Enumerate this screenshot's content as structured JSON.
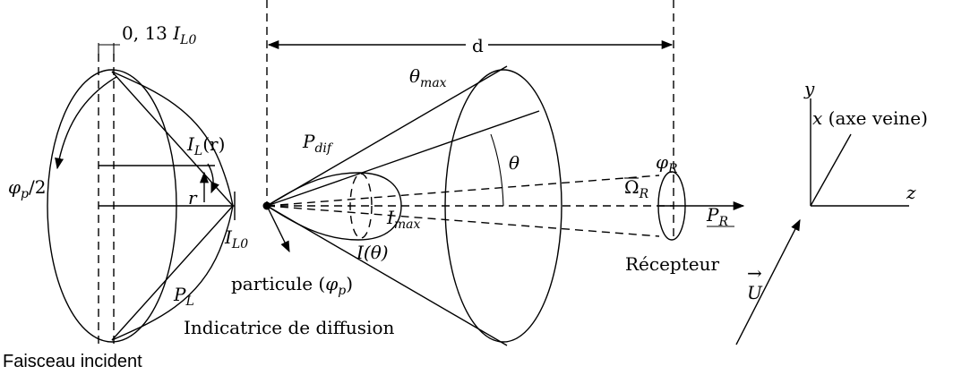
{
  "labels": {
    "intensity_013": "0, 13",
    "intensity_013_sym": "I",
    "intensity_013_sub": "L0",
    "d": "d",
    "theta_max": "θ",
    "theta_max_sub": "max",
    "p_dif": "P",
    "p_dif_sub": "dif",
    "i_l_r": "I",
    "i_l_r_sub": "L",
    "i_l_r_arg": "(r)",
    "phi_p_half": "φ",
    "phi_p_half_sub": "p",
    "phi_p_half_tail": "/2",
    "r": "r",
    "i_l0": "I",
    "i_l0_sub": "L0",
    "theta": "θ",
    "i_max": "I",
    "i_max_sub": "max",
    "i_theta": "I(θ)",
    "particle": "particule (",
    "particle_phi": "φ",
    "particle_phi_sub": "p",
    "particle_close": ")",
    "p_l": "P",
    "p_l_sub": "L",
    "indicatrix": "Indicatrice de diffusion",
    "incident_beam": "Faisceau incident",
    "phi_r": "φ",
    "phi_r_sub": "R",
    "omega_r": "Ω",
    "omega_r_sub": "R",
    "p_r": "P",
    "p_r_sub": "R",
    "receiver": "Récepteur",
    "axis_y": "y",
    "axis_x": "x",
    "axis_x_desc": "(axe veine)",
    "axis_z": "z",
    "vector_u": "U",
    "vector_arrow": "→"
  }
}
